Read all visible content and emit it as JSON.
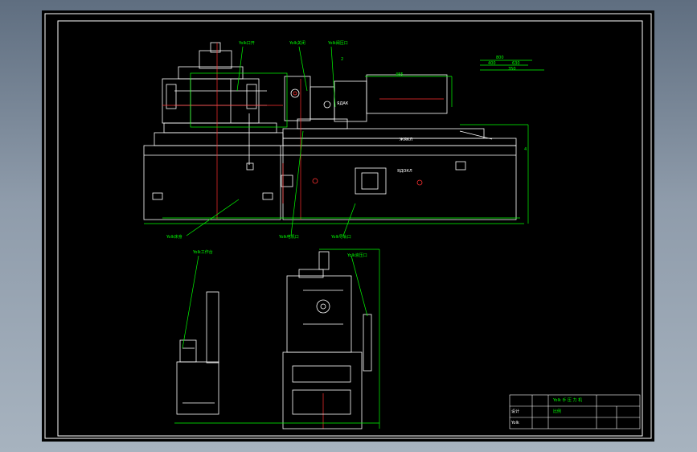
{
  "labels": {
    "top_left_a": "Yolk口开",
    "top_left_b": "Yolk关闭",
    "top_left_c": "Yolk阀压口",
    "motor": "ЯДАК",
    "rail": "ЖЯКЛ",
    "housing": "ЯДОКЛ",
    "bottom_1": "Yolk床身",
    "bottom_2": "Yolk电机口",
    "bottom_3": "Yolk导轨口",
    "side_left": "Yolk工作台",
    "side_right": "Yolk液压口",
    "dim_top": "485",
    "dim_a": "800",
    "dim_b": "400",
    "dim_c": "630",
    "dim_d": "350",
    "dim_e": "4",
    "dim_f": "2"
  },
  "title_block": {
    "title": "Yolk 手 压 力 机",
    "row_a": "设计",
    "row_b": "比例",
    "row_c": "Yolk"
  },
  "colors": {
    "line_white": "#ffffff",
    "line_green": "#00ff00",
    "line_red": "#ff3030",
    "background": "#000000"
  }
}
